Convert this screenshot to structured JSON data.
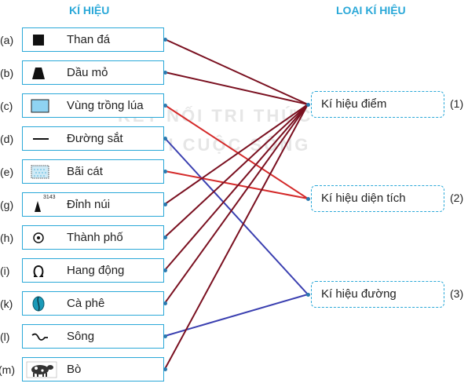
{
  "headers": {
    "left": "KÍ HIỆU",
    "right": "LOẠI KÍ HIỆU"
  },
  "watermark": {
    "line1": "KẾT NỐI TRI THỨC",
    "line2": "VỚI CUỘC SỐNG"
  },
  "symbols": [
    {
      "letter": "(a)",
      "label": "Than đá",
      "icon": "black-square-icon",
      "type": 1
    },
    {
      "letter": "(b)",
      "label": "Dầu mỏ",
      "icon": "trapezoid-icon",
      "type": 1
    },
    {
      "letter": "(c)",
      "label": "Vùng trồng lúa",
      "icon": "blue-area-icon",
      "type": 2
    },
    {
      "letter": "(d)",
      "label": "Đường sắt",
      "icon": "line-icon",
      "type": 3
    },
    {
      "letter": "(e)",
      "label": "Bãi cát",
      "icon": "dotted-area-icon",
      "type": 2
    },
    {
      "letter": "(g)",
      "label": "Đỉnh núi",
      "icon": "peak-icon",
      "icon_text": "3143",
      "type": 1
    },
    {
      "letter": "(h)",
      "label": "Thành phố",
      "icon": "city-dot-icon",
      "type": 1
    },
    {
      "letter": "(i)",
      "label": "Hang động",
      "icon": "cave-omega-icon",
      "type": 1
    },
    {
      "letter": "(k)",
      "label": "Cà phê",
      "icon": "coffee-bean-icon",
      "type": 1
    },
    {
      "letter": "(l)",
      "label": "Sông",
      "icon": "river-wave-icon",
      "type": 3
    },
    {
      "letter": "(m)",
      "label": "Bò",
      "icon": "cow-icon",
      "type": 1
    }
  ],
  "types": [
    {
      "label": "Kí hiệu điểm",
      "num": "(1)",
      "line_color": "#7a1020"
    },
    {
      "label": "Kí hiệu diện tích",
      "num": "(2)",
      "line_color": "#d42a2a"
    },
    {
      "label": "Kí hiệu đường",
      "num": "(3)",
      "line_color": "#3a3fb0"
    }
  ]
}
